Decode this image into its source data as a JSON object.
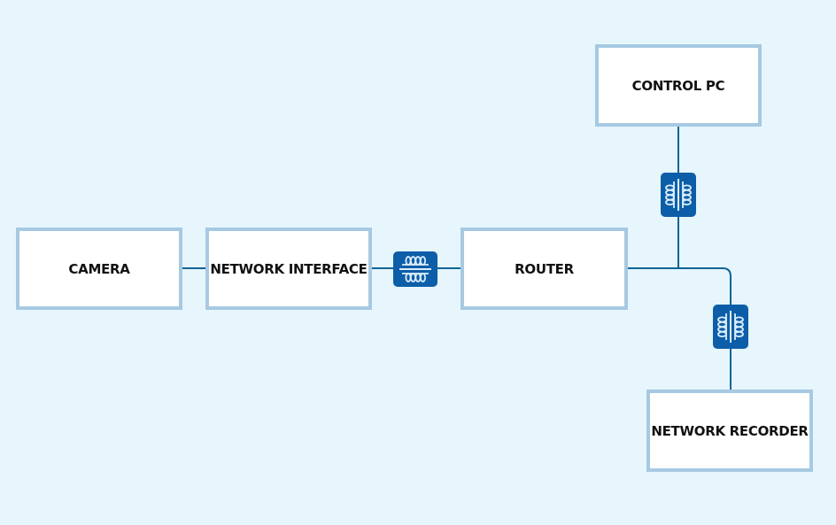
{
  "diagram": {
    "nodes": {
      "camera": "CAMERA",
      "network_interface": "NETWORK INTERFACE",
      "router": "ROUTER",
      "control_pc": "CONTROL PC",
      "network_recorder": "NETWORK RECORDER"
    },
    "connectors": [
      {
        "between": [
          "network_interface",
          "router"
        ],
        "icon": "cable-coupler-icon"
      },
      {
        "between": [
          "router",
          "control_pc"
        ],
        "icon": "cable-coupler-icon"
      },
      {
        "between": [
          "router",
          "network_recorder"
        ],
        "icon": "cable-coupler-icon"
      }
    ],
    "colors": {
      "background": "#e6f6fc",
      "box_border": "#a7c9e2",
      "line": "#0e6397",
      "coupler": "#0d5ea8"
    }
  }
}
